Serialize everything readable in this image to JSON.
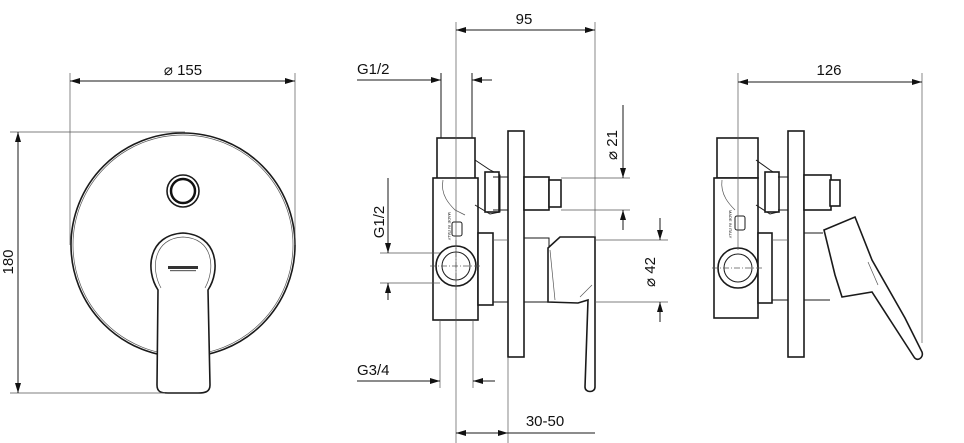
{
  "front_view": {
    "diameter_label": "⌀ 155",
    "height_label": "180"
  },
  "side_view": {
    "depth_label": "95",
    "top_inlet_label": "G1/2",
    "side_inlet_label": "G1/2",
    "outlet_label": "G3/4",
    "wall_range_label": "30-50",
    "stem_diameter_label": "⌀ 21",
    "handle_diameter_label": "⌀ 42",
    "body_marking": "MADE IN ITALY"
  },
  "side_view_open": {
    "depth_label": "126",
    "body_marking": "MADE IN ITALY"
  }
}
